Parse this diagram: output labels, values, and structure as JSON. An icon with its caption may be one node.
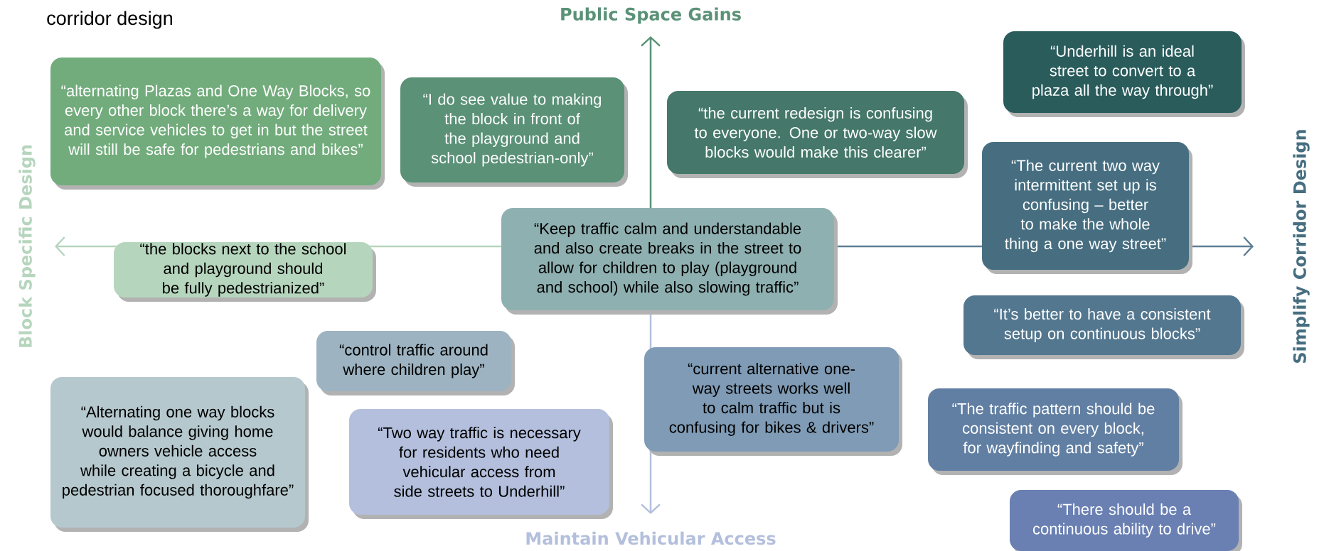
{
  "diagram": {
    "nodes": [
      {
        "text": [
          "“alternating Plazas and One Way Blocks, so every other block there’s a way for delivery and service vehicles to get in but the street will still be safe for pedestrians and bikes”"
        ]
      },
      {
        "text": [
          "“I do see value to making the block in front of the playground and school pedestrian-only”"
        ]
      },
      {
        "text": [
          "“Underhill is an ideal street to convert to a plaza all the way through”"
        ]
      },
      {
        "text": [
          "“the current redesign is confusing to everyone. One or two-way slow blocks would make this clearer”"
        ]
      },
      {
        "text": [
          "“The current two way intermittent set up is confusing – better to make the whole thing a one way street”"
        ]
      },
      {
        "text": [
          "“the blocks next to the school and playground should be fully pedestrianized”"
        ]
      },
      {
        "text": [
          "“Keep traffic calm and understandable and also create breaks in the street to allow for children to play (playground and school) while also slowing traffic”"
        ]
      },
      {
        "text": [
          "“It’s better to have a consistent setup on continuous blocks”"
        ]
      },
      {
        "text": [
          "“control traffic around where children play”"
        ]
      },
      {
        "text": [
          "“current alternative one-way streets works well to calm traffic but is confusing for bikes & drivers”"
        ]
      },
      {
        "text": [
          "“Alternating one way blocks would balance giving home owners vehicle access while creating a bicycle and pedestrian focused thoroughfare”"
        ]
      },
      {
        "text": [
          "“The traffic pattern should be consistent on every block, for wayfinding and safety”"
        ]
      },
      {
        "text": [
          "“Two way traffic is necessary for residents who need vehicular access from side streets to Underhill”"
        ]
      },
      {
        "text": [
          "“There should be a continuous ability to drive”"
        ]
      }
    ],
    "labels": [
      "corridor design",
      "Public Space Gains",
      "Block Specific Design",
      "Simplify Corridor Design",
      "Maintain Vehicular Access"
    ]
  }
}
